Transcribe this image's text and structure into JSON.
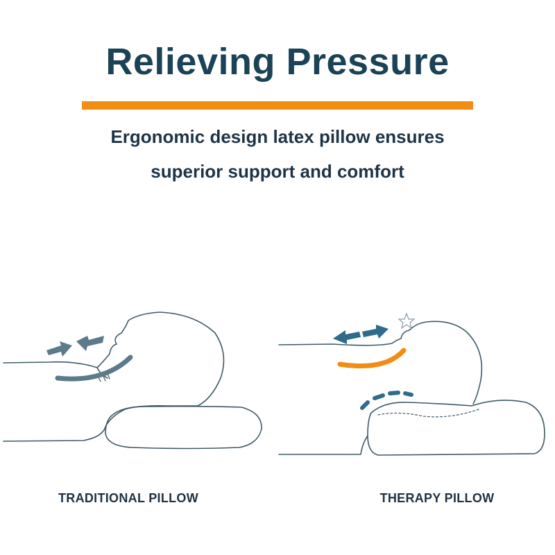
{
  "title": "Relieving Pressure",
  "subtitle": {
    "line1": "Ergonomic design latex pillow ensures",
    "line2": "superior support and comfort"
  },
  "panels": {
    "left": {
      "caption": "TRADITIONAL PILLOW"
    },
    "right": {
      "caption": "THERAPY PILLOW"
    }
  },
  "colors": {
    "title": "#1c4257",
    "accent": "#f08d12",
    "arrows": "#5c7a8a",
    "arrows_right": "#2f6b8c",
    "outline": "#3f5a66"
  }
}
